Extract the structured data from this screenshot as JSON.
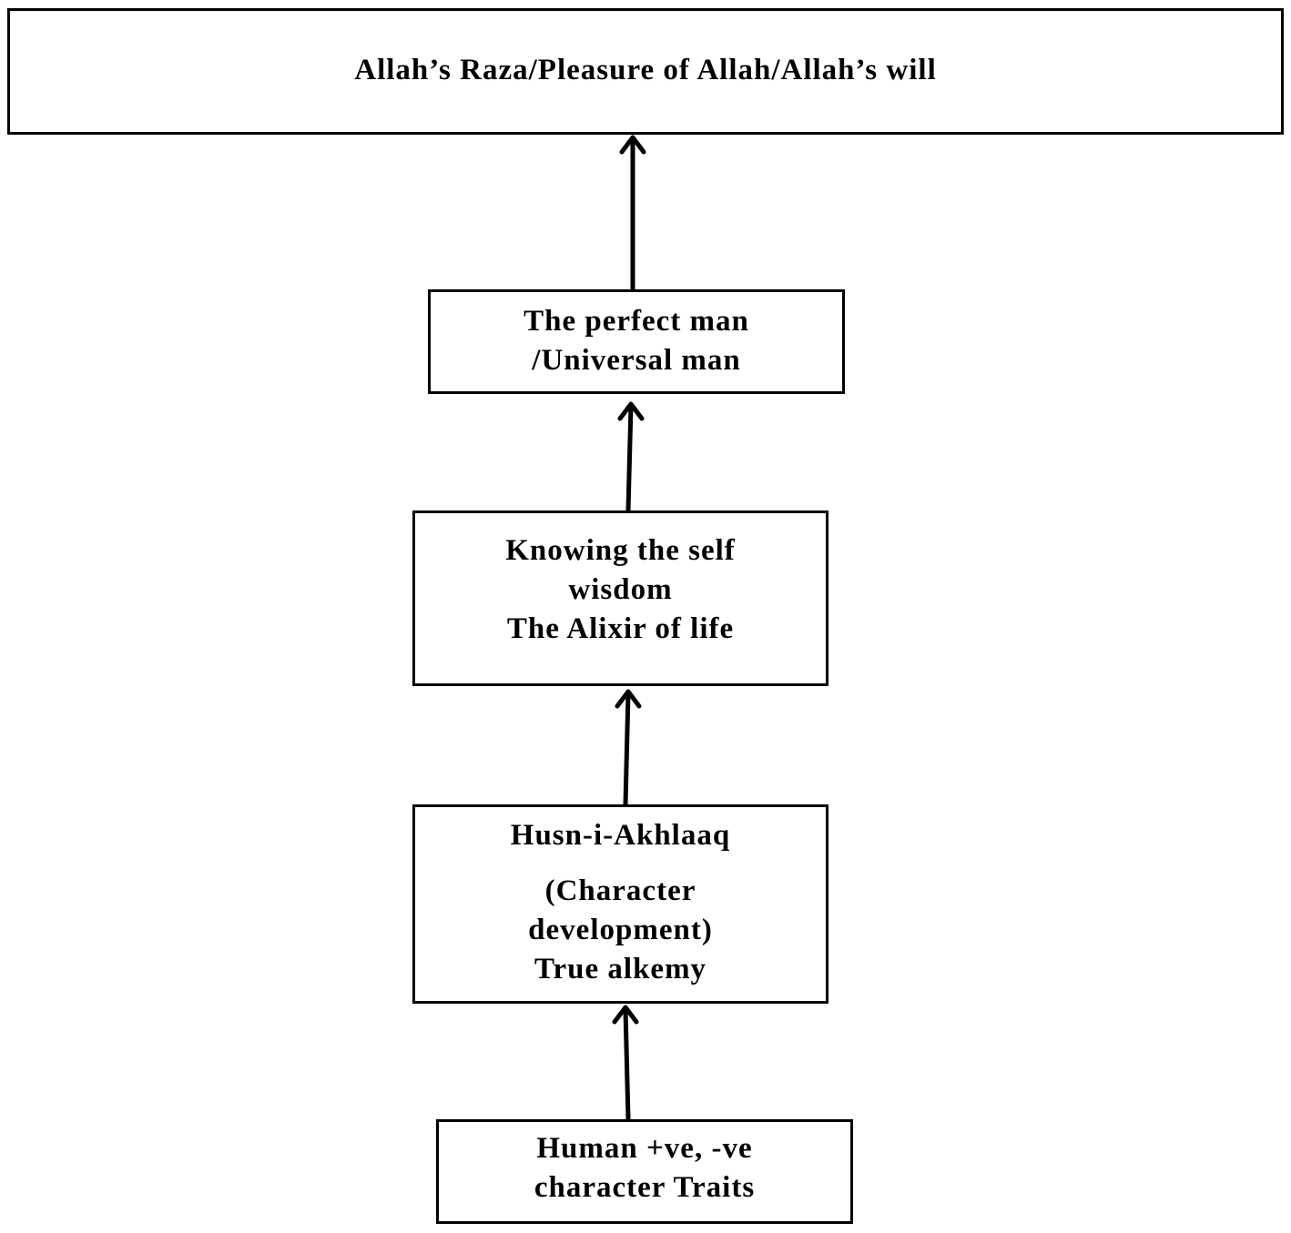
{
  "diagram": {
    "nodes": {
      "top": {
        "lines": [
          "Allah’s Raza/Pleasure of Allah/Allah’s will"
        ]
      },
      "perfect": {
        "lines": [
          "The perfect man",
          "/Universal man"
        ]
      },
      "knowing": {
        "lines": [
          "Knowing the self",
          "wisdom",
          "The Alixir of life"
        ]
      },
      "husn": {
        "title": "Husn-i-Akhlaaq",
        "lines": [
          "(Character",
          "development)",
          "True alkemy"
        ]
      },
      "human": {
        "lines": [
          "Human +ve, -ve",
          "character Traits"
        ]
      }
    },
    "edges": [
      {
        "from": "human",
        "to": "husn"
      },
      {
        "from": "husn",
        "to": "knowing"
      },
      {
        "from": "knowing",
        "to": "perfect"
      },
      {
        "from": "perfect",
        "to": "top"
      }
    ],
    "colors": {
      "stroke": "#000000",
      "background": "#ffffff"
    }
  }
}
